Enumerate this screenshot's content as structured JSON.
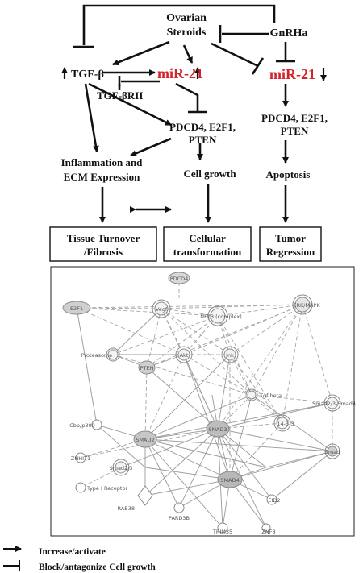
{
  "pathway": {
    "ovarian_steroids_line1": "Ovarian",
    "ovarian_steroids_line2": "Steroids",
    "gnrha": "GnRHa",
    "tgf_beta": "TGF-β",
    "tgf_beta_rii": "TGF-βRII",
    "mir21_up": "miR-21",
    "mir21_down": "miR-21",
    "pdcd4_left_line1": "PDCD4, E2F1,",
    "pdcd4_left_line2": "PTEN",
    "pdcd4_right_line1": "PDCD4, E2F1,",
    "pdcd4_right_line2": "PTEN",
    "inflammation_line1": "Inflammation and",
    "inflammation_line2": "ECM Expression",
    "cell_growth": "Cell growth",
    "apoptosis": "Apoptosis",
    "box_tissue_line1": "Tissue Turnover",
    "box_tissue_line2": "/Fibrosis",
    "box_cellular_line1": "Cellular",
    "box_cellular_line2": "transformation",
    "box_tumor_line1": "Tumor",
    "box_tumor_line2": "Regression",
    "colors": {
      "red": "#d2232a",
      "black": "#111111"
    }
  },
  "network": {
    "nodes": {
      "pdcd4": "PDCD4",
      "e2f1": "E2F1",
      "vegf": "Vegf",
      "nfkb": "NFkB (complex)",
      "erk_mapk": "ERK/MAPK",
      "proteasome": "Proteasome",
      "akt": "Akt",
      "jnk": "Jnk",
      "pten": "PTEN",
      "cbp_p300": "Cbp/p300",
      "tgf_beta": "Tgf beta",
      "smad23_smad4": "Smad2/3-Smad4",
      "smad3": "SMAD3",
      "smad2": "SMAD2",
      "smad23": "Smad2/3",
      "p1433": "14-3-3",
      "znhit1": "ZNHIT1",
      "smad": "Smad",
      "smad4": "SMAD4",
      "type_i_receptor": "Type I Receptor",
      "rab38": "RAB38",
      "pard3b": "PARD3B",
      "eid2": "EID2",
      "trim35": "TRIM35",
      "znf8": "ZNF8"
    }
  },
  "legend": {
    "increase": "Increase/activate",
    "block": "Block/antagonize Cell growth"
  }
}
